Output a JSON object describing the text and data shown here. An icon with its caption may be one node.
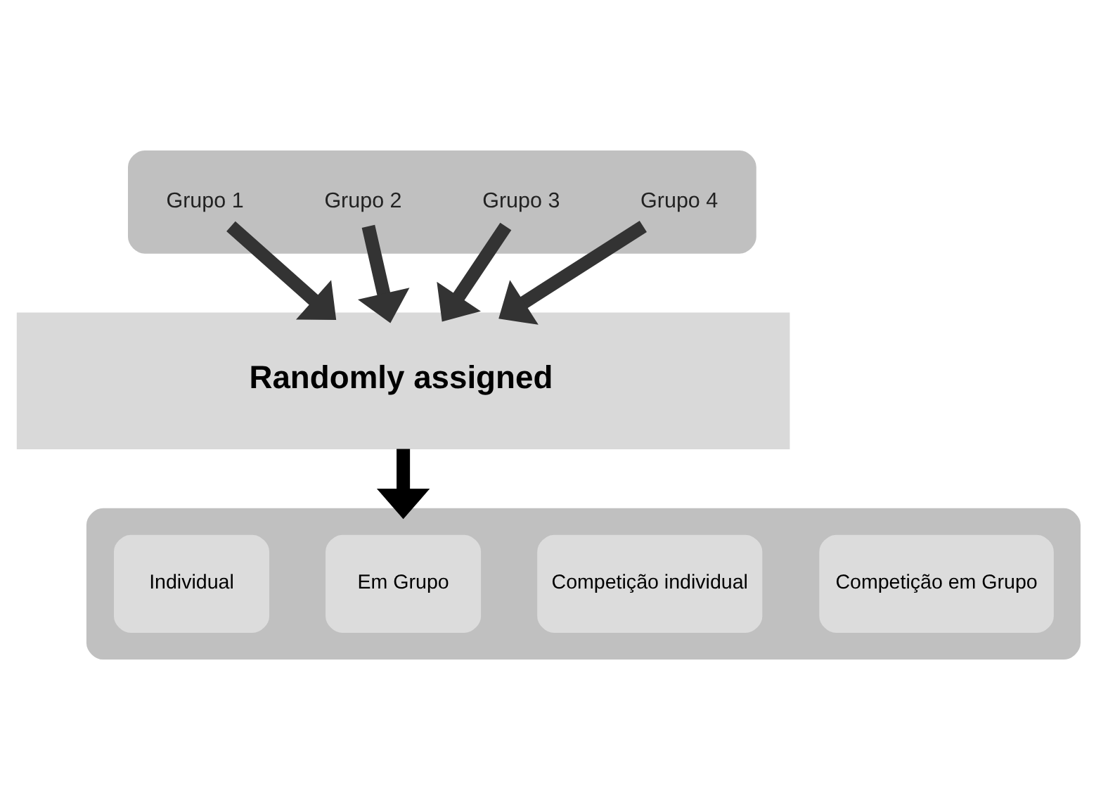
{
  "diagram": {
    "nodes": [
      {
        "text": [],
        "shape": "box"
      },
      {
        "text": [
          "Grupo 1"
        ],
        "in": 0
      },
      {
        "text": [
          "Grupo 2"
        ],
        "in": 0
      },
      {
        "text": [
          "Grupo 3"
        ],
        "in": 0
      },
      {
        "text": [
          "Grupo 4"
        ],
        "in": 0
      },
      {
        "text": [
          "Randomly assigned"
        ]
      },
      {
        "text": [],
        "shape": "box"
      },
      {
        "text": [
          "Individual"
        ],
        "in": 6
      },
      {
        "text": [
          "Em Grupo"
        ],
        "in": 6
      },
      {
        "text": [
          "Competição individual"
        ],
        "in": 6
      },
      {
        "text": [
          "Competição em Grupo"
        ],
        "in": 6
      }
    ],
    "edges": [
      {
        "from": 1,
        "to": 5,
        "arrow": "to",
        "color": "#333333"
      },
      {
        "from": 2,
        "to": 5,
        "arrow": "to",
        "color": "#333333"
      },
      {
        "from": 3,
        "to": 5,
        "arrow": "to",
        "color": "#333333"
      },
      {
        "from": 4,
        "to": 5,
        "arrow": "to",
        "color": "#333333"
      },
      {
        "from": 5,
        "to": 6,
        "arrow": "to",
        "color": "#000000"
      }
    ]
  }
}
